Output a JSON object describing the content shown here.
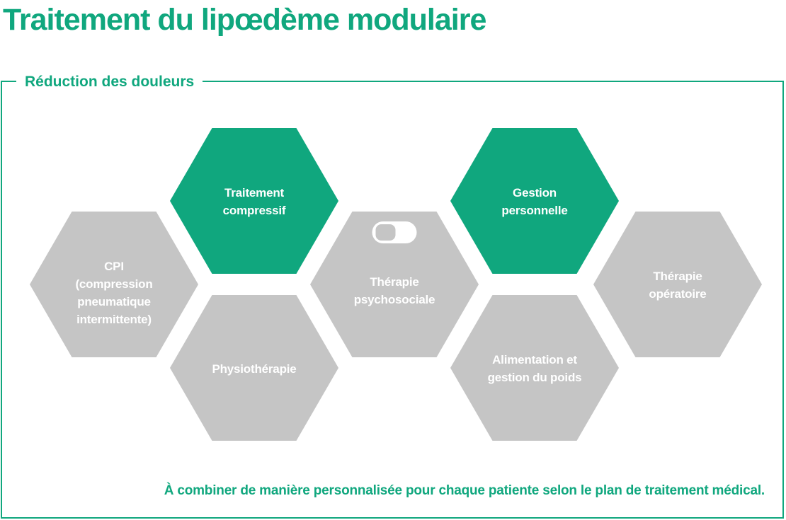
{
  "title": "Traitement du lipœdème modulaire",
  "colors": {
    "accent_green": "#10A77E",
    "hexagon_gray": "#C5C5C5",
    "hexagon_text": "#FFFFFF",
    "background": "#FFFFFF"
  },
  "group": {
    "label": "Réduction des douleurs"
  },
  "hexagons": [
    {
      "id": "cpi",
      "label": "CPI\n(compression\npneumatique\nintermittente)",
      "color": "#C5C5C5"
    },
    {
      "id": "traitement-compressif",
      "label": "Traitement\ncompressif",
      "color": "#10A77E"
    },
    {
      "id": "physiotherapie",
      "label": "Physiothérapie",
      "color": "#C5C5C5"
    },
    {
      "id": "therapie-psychosociale",
      "label": "Thérapie\npsychosociale",
      "color": "#C5C5C5",
      "icon": "toggle-off-icon"
    },
    {
      "id": "gestion-personnelle",
      "label": "Gestion\npersonnelle",
      "color": "#10A77E"
    },
    {
      "id": "alimentation-gestion-poids",
      "label": "Alimentation et\ngestion du poids",
      "color": "#C5C5C5"
    },
    {
      "id": "therapie-operatoire",
      "label": "Thérapie\nopératoire",
      "color": "#C5C5C5"
    }
  ],
  "footnote": "À combiner de manière personnalisée pour chaque patiente selon le plan de traitement médical."
}
